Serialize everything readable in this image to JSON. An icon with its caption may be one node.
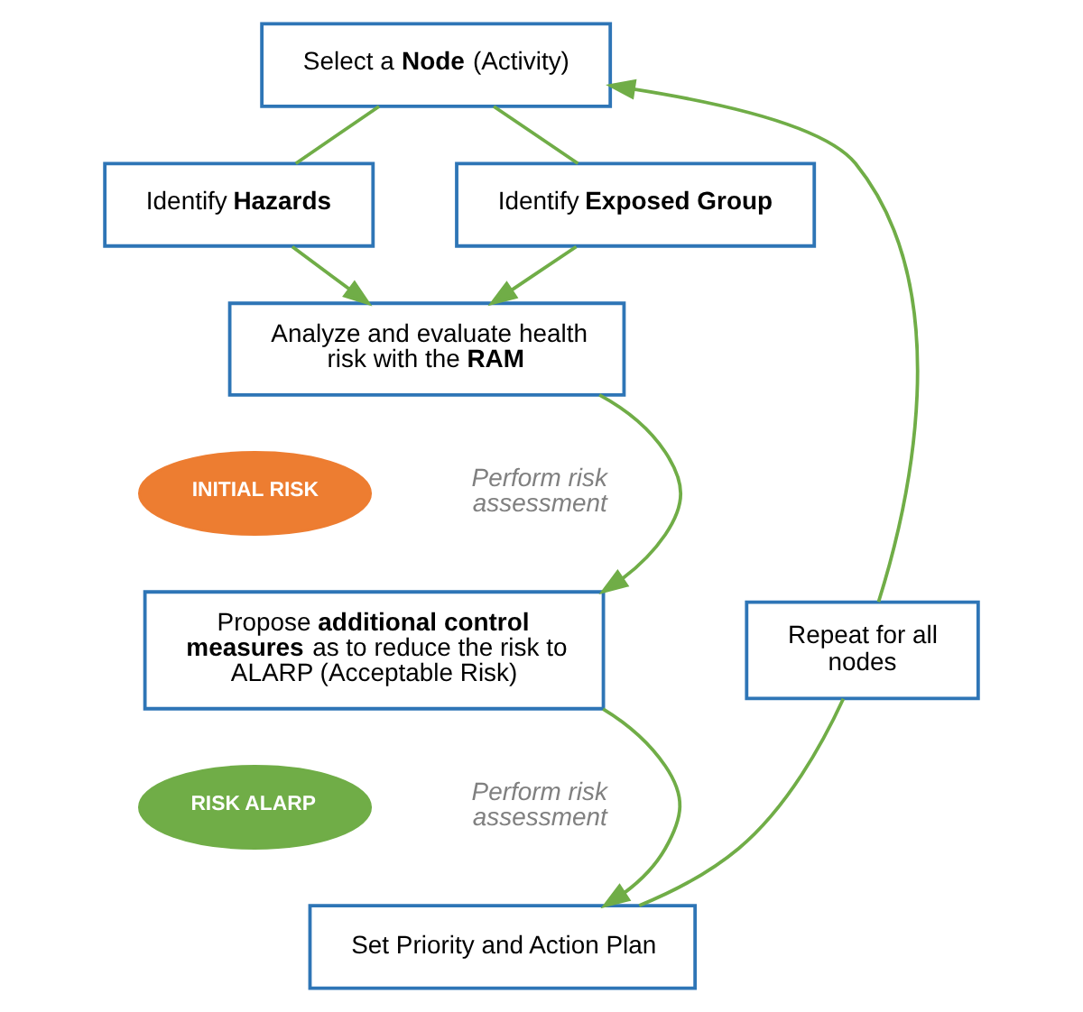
{
  "diagram": {
    "nodes": [
      {
        "text": [
          "Select a **Node** (Activity)"
        ]
      },
      {
        "text": [
          "Identify **Hazards**"
        ]
      },
      {
        "text": [
          "Identify **Exposed Group**"
        ]
      },
      {
        "text": [
          "Analyze and evaluate health risk with the **RAM**"
        ]
      },
      {
        "text": [
          "INITIAL RISK"
        ]
      },
      {
        "text": [
          "Propose **additional control measures** as to reduce the risk to ALARP (Acceptable Risk)"
        ]
      },
      {
        "text": [
          "RISK ALARP"
        ]
      },
      {
        "text": [
          "Set Priority and Action Plan"
        ]
      },
      {
        "text": [
          "Repeat for all nodes"
        ]
      }
    ],
    "edges": [
      {
        "from": 0,
        "to": 1,
        "arrow": "none"
      },
      {
        "from": 0,
        "to": 2,
        "arrow": "none"
      },
      {
        "from": 1,
        "to": 3,
        "arrow": "to"
      },
      {
        "from": 2,
        "to": 3,
        "arrow": "to"
      },
      {
        "from": 3,
        "to": 5,
        "arrow": "to"
      },
      {
        "from": 5,
        "to": 7,
        "arrow": "to"
      },
      {
        "from": 7,
        "to": 8,
        "arrow": "none"
      },
      {
        "from": 8,
        "to": 0,
        "arrow": "to"
      }
    ],
    "labels": [
      "Perform risk assessment",
      "Perform risk assessment"
    ]
  }
}
